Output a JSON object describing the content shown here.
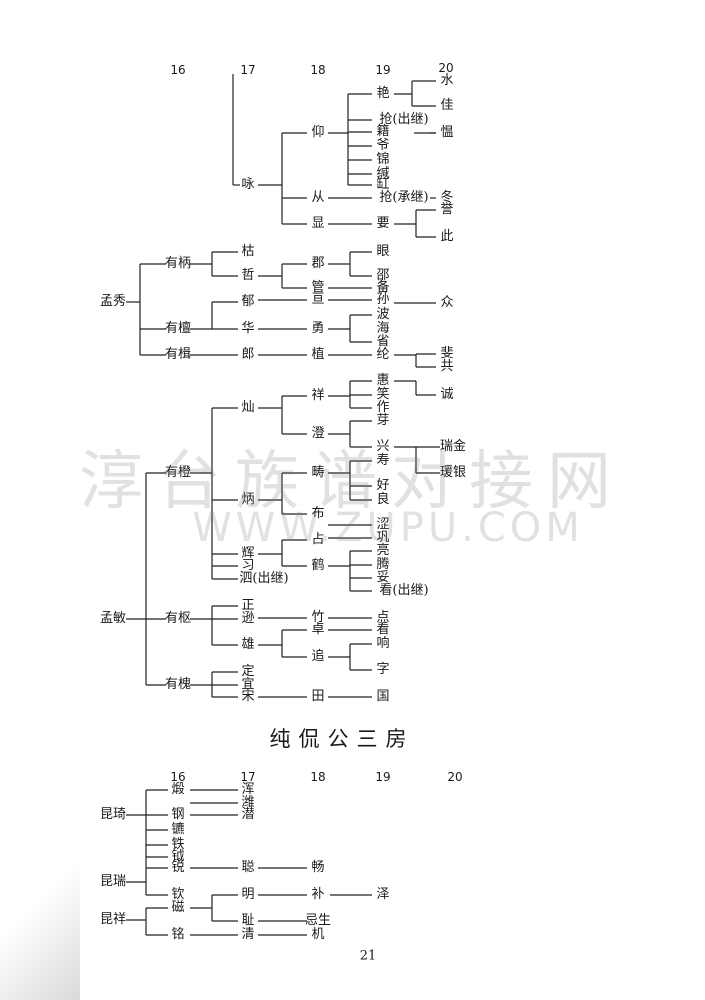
{
  "upper_tree": {
    "generations": [
      "16",
      "17",
      "18",
      "19",
      "20"
    ],
    "names": [
      "水",
      "佳",
      "艳",
      "抢(出继)",
      "愠",
      "籍",
      "爷",
      "锦",
      "缄",
      "缸",
      "仰",
      "咏",
      "从",
      "抢(承继)",
      "冬",
      "誉",
      "显",
      "要",
      "此",
      "枯",
      "眼",
      "有柄",
      "哲",
      "郡",
      "邵",
      "备",
      "孟秀",
      "管",
      "亘",
      "孙",
      "众",
      "郁",
      "有檀",
      "华",
      "勇",
      "波",
      "海",
      "省",
      "有楫",
      "郎",
      "植",
      "纶",
      "斐",
      "共",
      "惠",
      "祥",
      "笑",
      "诚",
      "灿",
      "作",
      "芽",
      "澄",
      "兴",
      "瑞金",
      "寿",
      "瑗银",
      "有橙",
      "畴",
      "好",
      "良",
      "炳",
      "布",
      "涩",
      "巩",
      "占",
      "亮",
      "辉",
      "腾",
      "习",
      "鹤",
      "妥",
      "泗(出继)",
      "看(出继)",
      "正",
      "点",
      "孟敏",
      "有枢",
      "逊",
      "竹",
      "卓",
      "看",
      "雄",
      "响",
      "追",
      "字",
      "定",
      "有槐",
      "宜",
      "宋",
      "田",
      "国"
    ]
  },
  "section": {
    "title": "纯侃公三房"
  },
  "lower_tree": {
    "generations": [
      "16",
      "17",
      "18",
      "19",
      "20"
    ],
    "names": [
      "煅",
      "浑",
      "潍",
      "昆琦",
      "钢",
      "潜",
      "镳",
      "铁",
      "钺",
      "锐",
      "聪",
      "畅",
      "昆瑞",
      "钦",
      "明",
      "补",
      "泽",
      "磁",
      "昆祥",
      "耻",
      "忌生",
      "铭",
      "清",
      "机"
    ]
  },
  "watermark": {
    "text": "淳台族谱对接网",
    "url": "WWW.ZUPU.COM"
  },
  "page_number": "21"
}
